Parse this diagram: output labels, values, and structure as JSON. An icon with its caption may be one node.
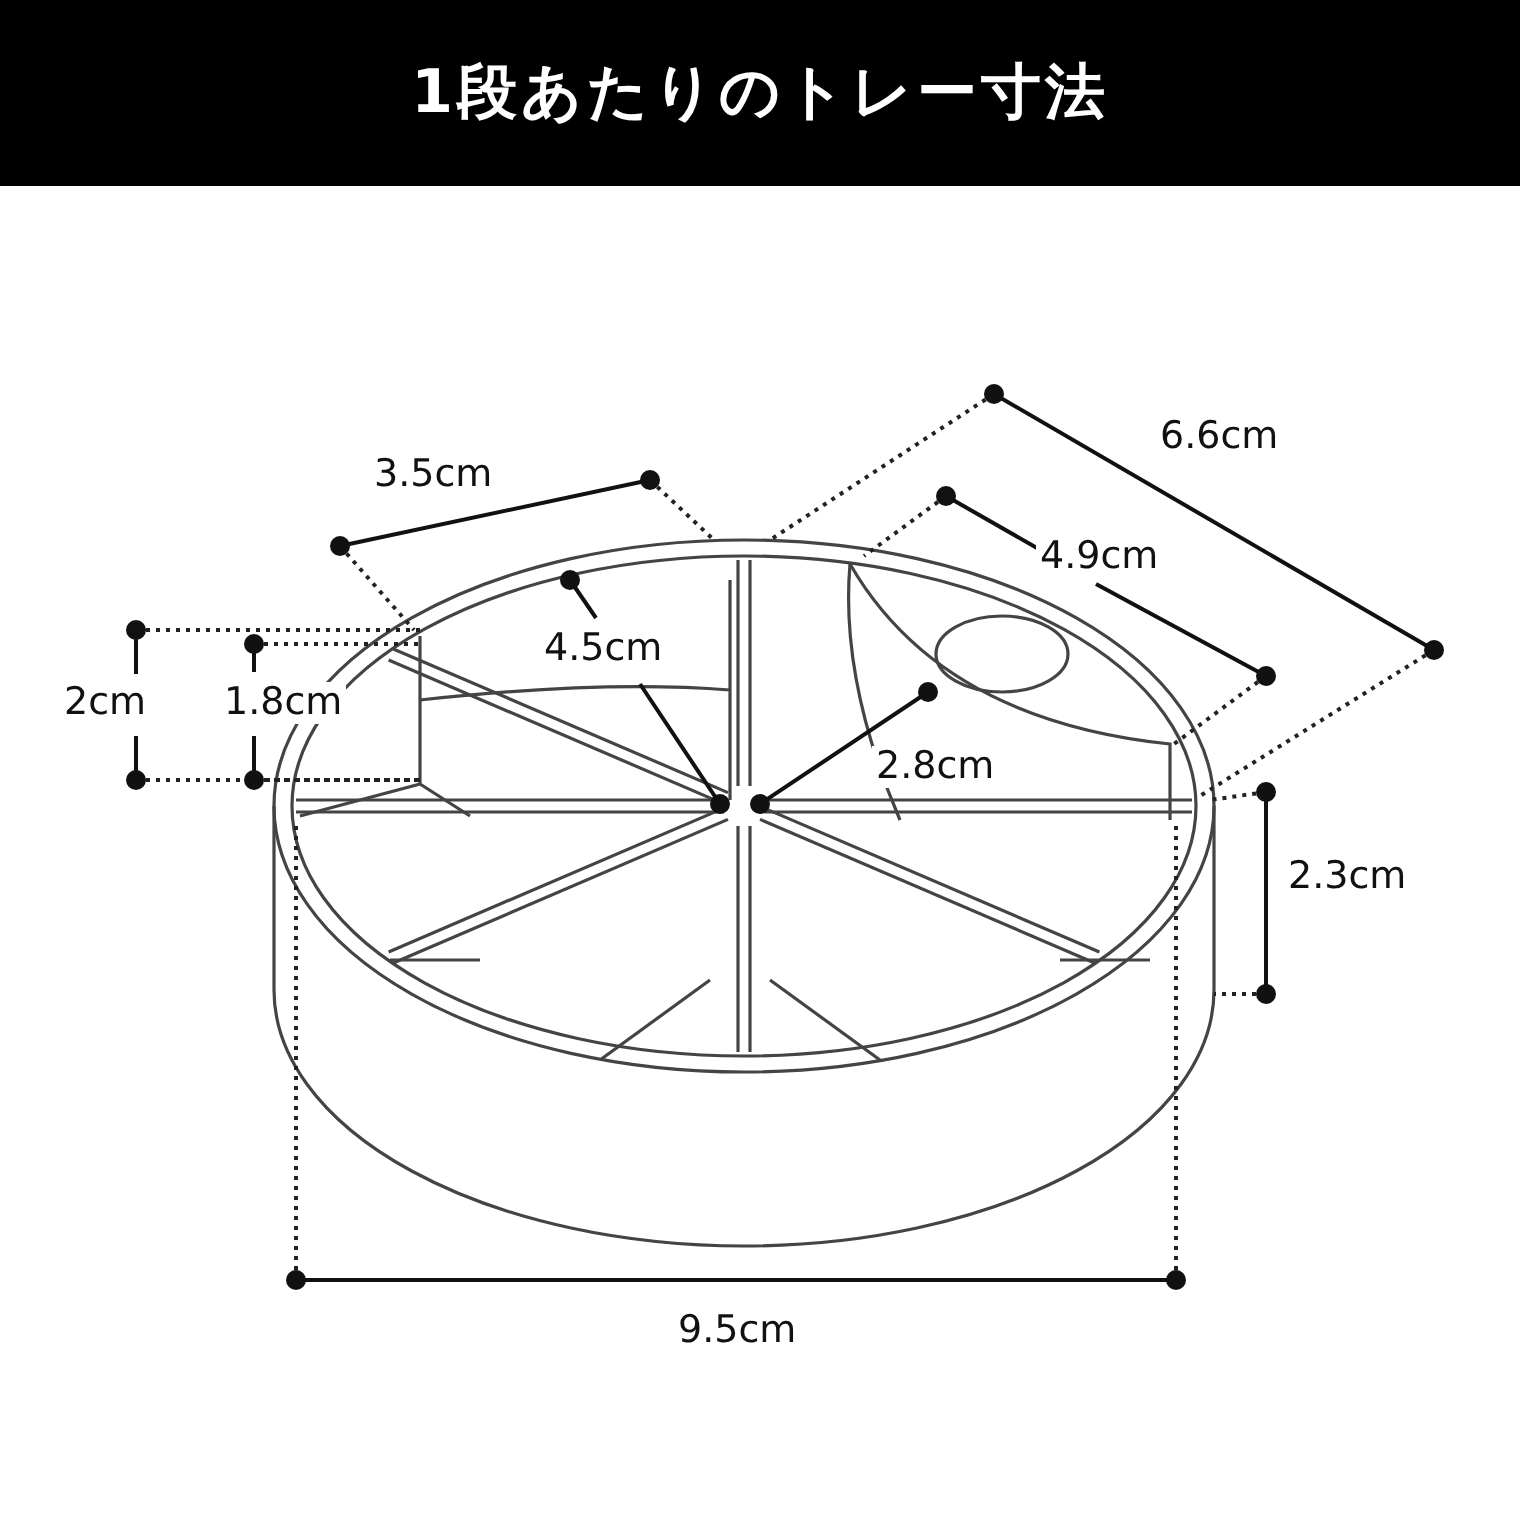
{
  "diagram": {
    "title": "1段あたりのトレー寸法",
    "labels": [
      "6.6cm",
      "3.5cm",
      "4.9cm",
      "4.5cm",
      "2cm",
      "1.8cm",
      "2.8cm",
      "2.3cm",
      "9.5cm"
    ]
  }
}
